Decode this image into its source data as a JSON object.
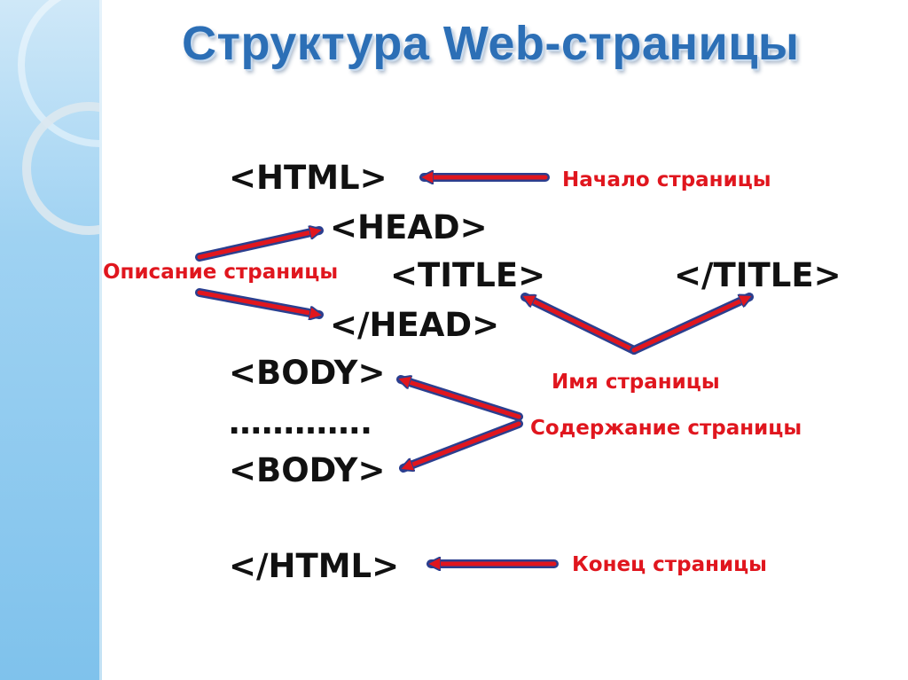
{
  "slide": {
    "title": "Структура Web-страницы"
  },
  "code": {
    "html_open": "<HTML>",
    "head_open": "<HEAD>",
    "title_open": "<TITLE>",
    "title_close": "</TITLE>",
    "head_close": "</HEAD>",
    "body_open": "<BODY>",
    "dots": "………….",
    "body_close": "<BODY>",
    "html_close": "</HTML>"
  },
  "labels": {
    "page_start": "Начало страницы",
    "page_description": "Описание страницы",
    "page_name": "Имя страницы",
    "page_content": "Содержание страницы",
    "page_end": "Конец страницы"
  },
  "colors": {
    "title": "#2c6fb6",
    "label": "#e0161e",
    "arrow_fill": "#e0161e",
    "arrow_outline": "#2b3f8f",
    "code": "#111111"
  }
}
